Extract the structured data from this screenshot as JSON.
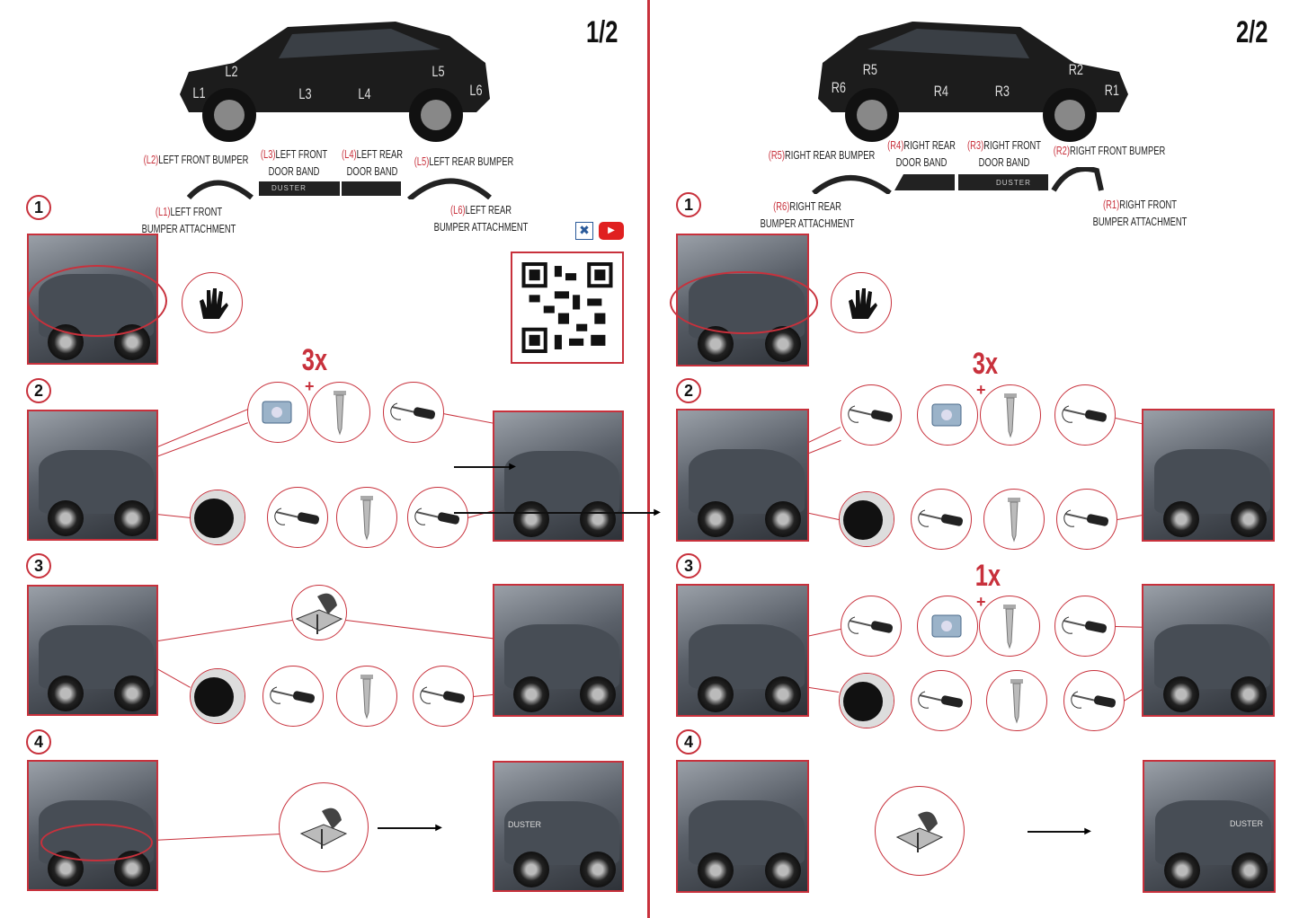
{
  "pages": [
    {
      "page_number": "1/2",
      "car_labels": [
        "L1",
        "L2",
        "L3",
        "L4",
        "L5",
        "L6"
      ],
      "parts": [
        {
          "code": "(L2)",
          "name": "LEFT FRONT BUMPER"
        },
        {
          "code": "(L3)",
          "name": "LEFT FRONT DOOR BAND"
        },
        {
          "code": "(L4)",
          "name": "LEFT REAR DOOR BAND"
        },
        {
          "code": "(L5)",
          "name": "LEFT REAR BUMPER"
        },
        {
          "code": "(L1)",
          "name": "LEFT FRONT BUMPER ATTACHMENT"
        },
        {
          "code": "(L6)",
          "name": "LEFT REAR BUMPER ATTACHMENT"
        }
      ],
      "band_text": "DUSTER",
      "steps": [
        "1",
        "2",
        "3",
        "4"
      ],
      "step2_multiplier": "3x",
      "plus": "+",
      "photo_text": "DUSTER"
    },
    {
      "page_number": "2/2",
      "car_labels": [
        "R1",
        "R2",
        "R3",
        "R4",
        "R5",
        "R6"
      ],
      "parts": [
        {
          "code": "(R5)",
          "name": "RIGHT REAR BUMPER"
        },
        {
          "code": "(R4)",
          "name": "RIGHT REAR DOOR BAND"
        },
        {
          "code": "(R3)",
          "name": "RIGHT FRONT DOOR BAND"
        },
        {
          "code": "(R2)",
          "name": "RIGHT FRONT BUMPER"
        },
        {
          "code": "(R6)",
          "name": "RIGHT REAR BUMPER ATTACHMENT"
        },
        {
          "code": "(R1)",
          "name": "RIGHT FRONT BUMPER ATTACHMENT"
        }
      ],
      "band_text": "DUSTER",
      "steps": [
        "1",
        "2",
        "3",
        "4"
      ],
      "step2_multiplier": "3x",
      "step3_multiplier": "1x",
      "plus": "+",
      "photo_text": "DUSTER"
    }
  ],
  "icons": {
    "tools": "tools-icon",
    "video": "youtube-icon",
    "qr": "qr-code"
  },
  "colors": {
    "accent": "#c8313c",
    "text": "#222222"
  }
}
